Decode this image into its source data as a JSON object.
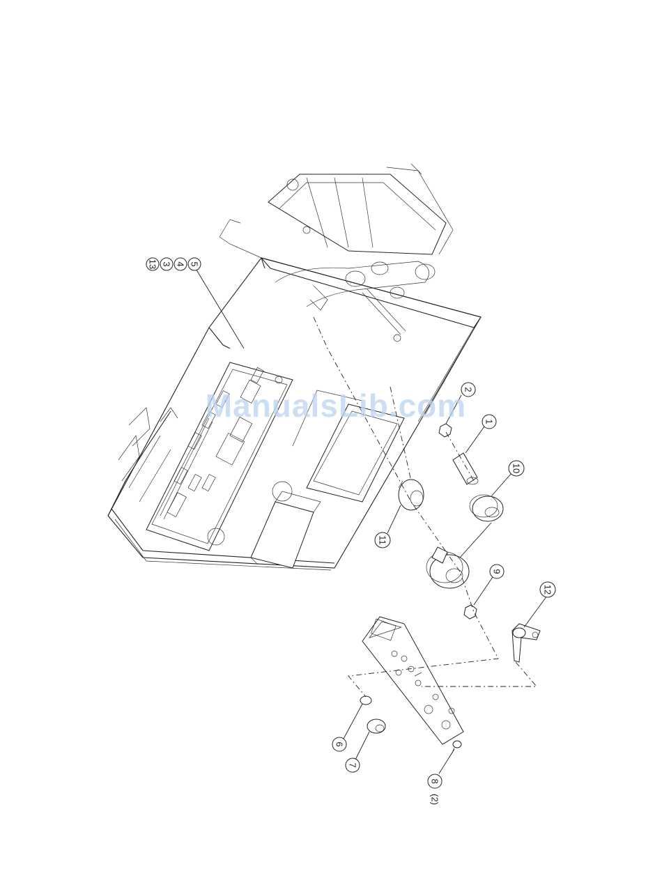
{
  "watermark": "ManualsLib.com",
  "callouts": {
    "c1": "1",
    "c2": "2",
    "c3": "3",
    "c4": "4",
    "c5": "5",
    "c6": "6",
    "c7": "7",
    "c8": "8",
    "c8_qty": "(2)",
    "c9": "9",
    "c10": "10",
    "c11": "11",
    "c12": "12",
    "c13": "13"
  }
}
